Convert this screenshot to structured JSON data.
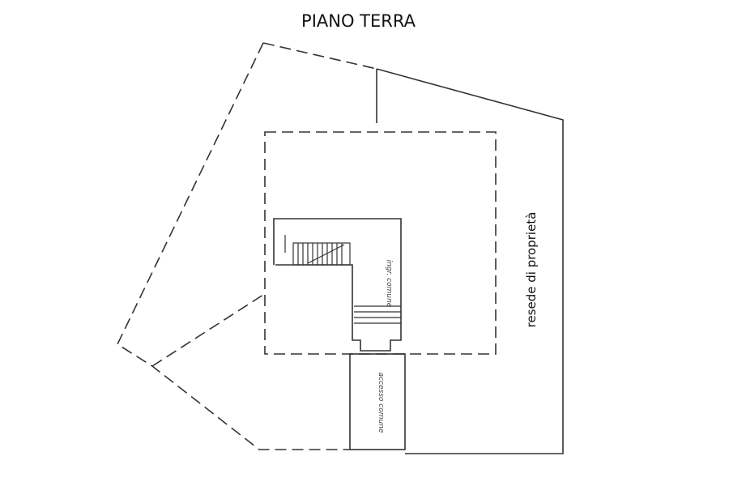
{
  "title": "PIANO TERRA",
  "labels": {
    "resede": "resede di proprietà",
    "ingresso": "ingr. comune",
    "accesso": "accesso comune"
  }
}
